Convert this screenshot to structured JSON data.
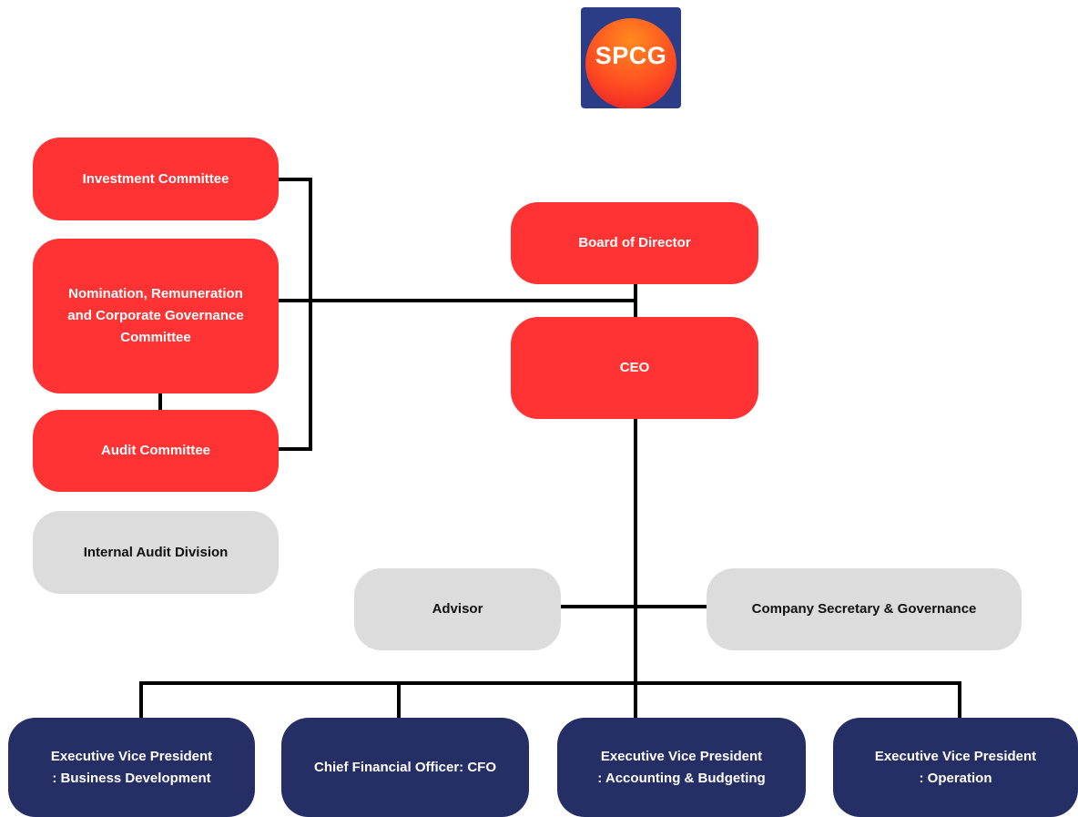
{
  "logo": {
    "text": "SPCG"
  },
  "nodes": {
    "investment_committee": "Investment Committee",
    "nomination_committee": [
      "Nomination, Remuneration",
      "and Corporate Governance",
      "Committee"
    ],
    "audit_committee": "Audit Committee",
    "internal_audit": "Internal Audit Division",
    "board": "Board of Director",
    "ceo": "CEO",
    "advisor": "Advisor",
    "company_secretary": "Company Secretary & Governance",
    "evp_business": [
      "Executive Vice President",
      ": Business Development"
    ],
    "cfo": "Chief Financial Officer: CFO",
    "evp_accounting": [
      "Executive Vice President",
      ": Accounting & Budgeting"
    ],
    "evp_operation": [
      "Executive Vice President",
      ": Operation"
    ]
  },
  "colors": {
    "committee": "#ff3333",
    "support": "#dcdcdc",
    "executive": "#262e66",
    "connector": "#000000",
    "logo_background": "#2b3d86"
  }
}
